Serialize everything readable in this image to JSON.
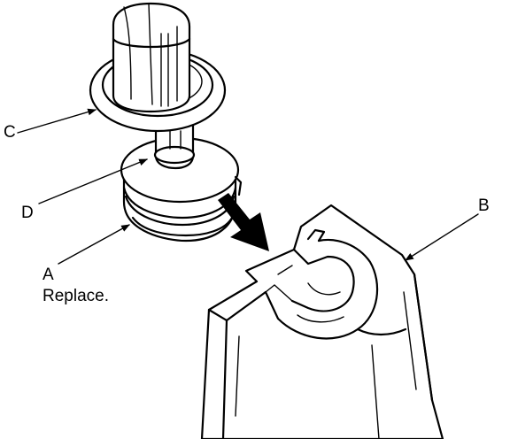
{
  "labels": {
    "a": "A",
    "a_note": "Replace.",
    "b": "B",
    "c": "C",
    "d": "D"
  },
  "colors": {
    "line": "#000000",
    "background": "#ffffff"
  }
}
